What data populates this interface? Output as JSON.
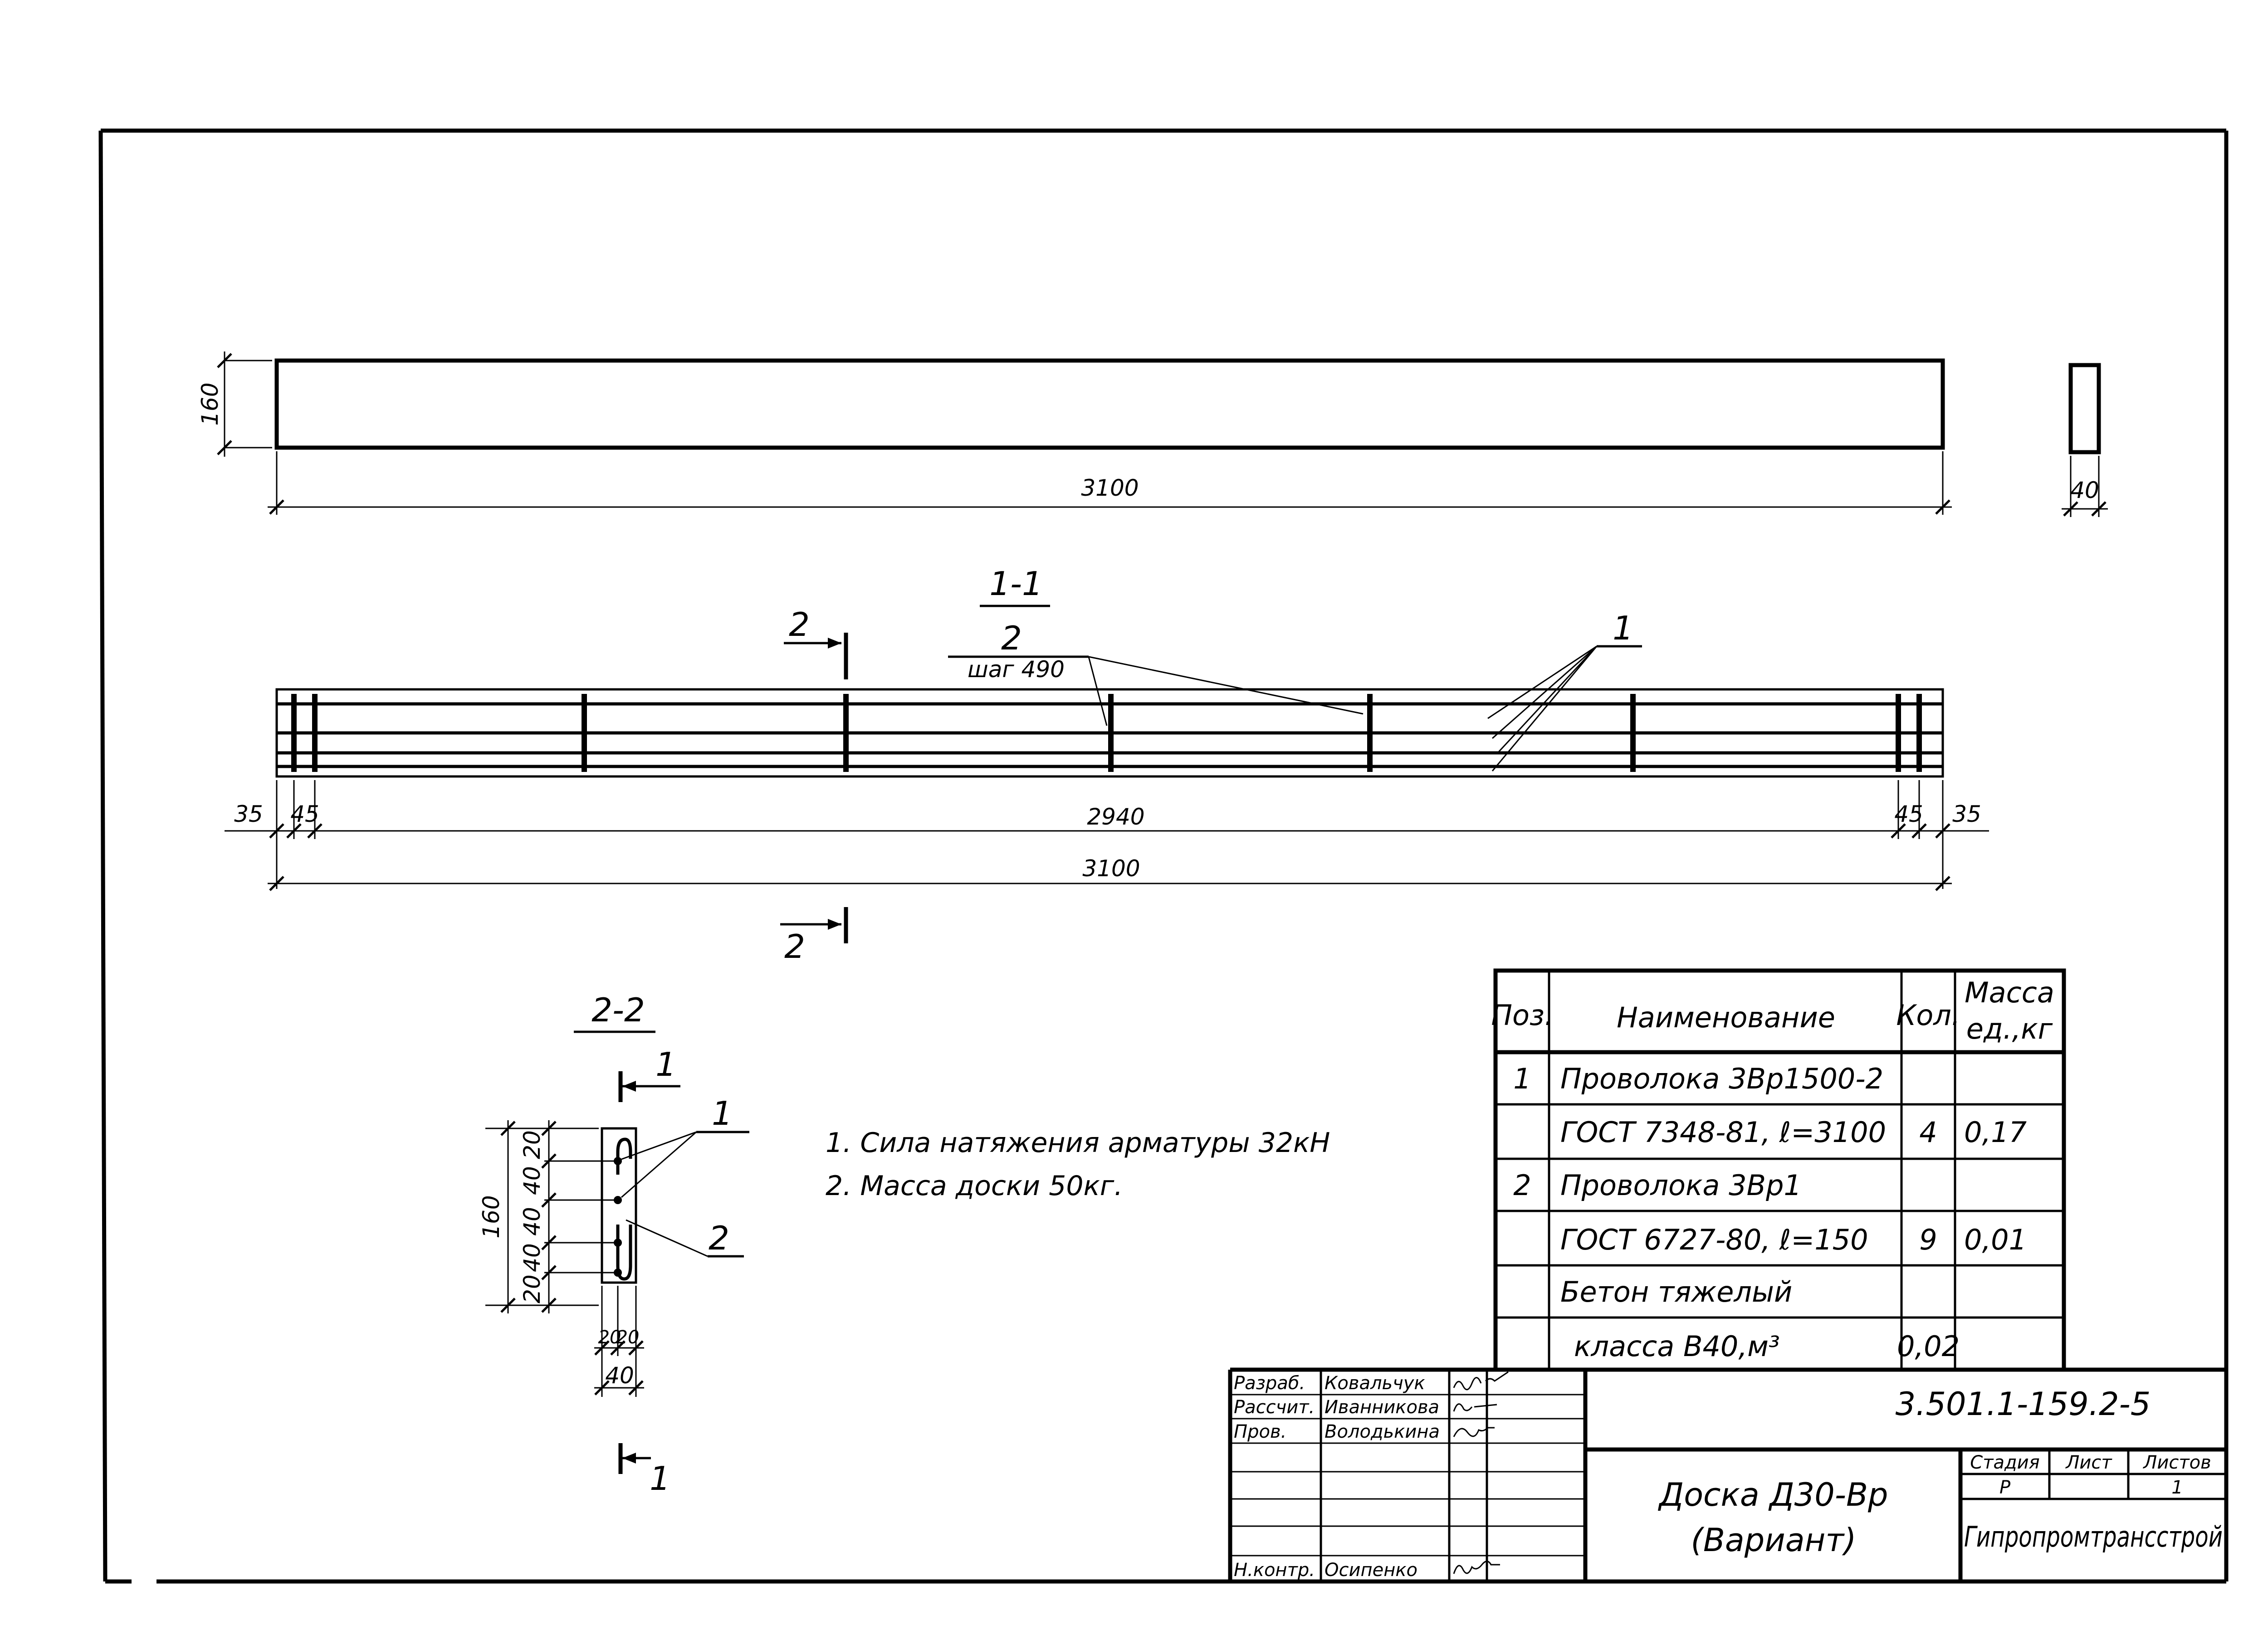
{
  "plan": {
    "dim_height": "160",
    "dim_length": "3100",
    "dim_width": "40"
  },
  "section_1_1": {
    "label": "1-1",
    "cut_label_top": "2",
    "cut_label_bottom": "2",
    "stirrup_label": "2",
    "stirrup_step": "шаг 490",
    "wire_label": "1",
    "dim_left_35": "35",
    "dim_left_45": "45",
    "dim_mid": "2940",
    "dim_right_45": "45",
    "dim_right_35": "35",
    "dim_total": "3100"
  },
  "section_2_2": {
    "label": "2-2",
    "cut_label_top": "1",
    "cut_label_bottom": "1",
    "wire_label": "1",
    "stirrup_label": "2",
    "dim_height": "160",
    "dim_v": [
      "20",
      "40",
      "40",
      "40",
      "20"
    ],
    "dim_h_a": "20",
    "dim_h_b": "20",
    "dim_width": "40"
  },
  "notes": [
    "1. Сила натяжения арматуры 32кН",
    "2. Масса доски 50кг."
  ],
  "spec_table": {
    "headers": {
      "pos": "Поз.",
      "name": "Наименование",
      "qty": "Кол.",
      "mass_1": "Масса",
      "mass_2": "ед.,кг"
    },
    "rows": [
      {
        "pos": "1",
        "name": "Проволока 3Вр1500-2",
        "qty": "",
        "mass": ""
      },
      {
        "pos": "",
        "name": "ГОСТ 7348-81, ℓ=3100",
        "qty": "4",
        "mass": "0,17"
      },
      {
        "pos": "2",
        "name": "Проволока 3Вр1",
        "qty": "",
        "mass": ""
      },
      {
        "pos": "",
        "name": "ГОСТ 6727-80, ℓ=150",
        "qty": "9",
        "mass": "0,01"
      },
      {
        "pos": "",
        "name": "Бетон тяжелый",
        "qty": "",
        "mass": ""
      },
      {
        "pos": "",
        "name": "класса В40,м³",
        "qty": "0,02",
        "mass": ""
      }
    ]
  },
  "title_block": {
    "doc_code": "3.501.1-159.2-5",
    "drawing_title_1": "Доска Д30-Вр",
    "drawing_title_2": "(Вариант)",
    "stage_label": "Стадия",
    "sheet_label": "Лист",
    "sheets_label": "Листов",
    "stage_value": "Р",
    "sheet_value": "",
    "sheets_value": "1",
    "organization": "Гипропромтрансстрой",
    "signers": [
      {
        "role": "Разраб.",
        "name": "Ковальчук"
      },
      {
        "role": "Рассчит.",
        "name": "Иванникова"
      },
      {
        "role": "Пров.",
        "name": "Володькина"
      },
      {
        "role": "",
        "name": ""
      },
      {
        "role": "",
        "name": ""
      },
      {
        "role": "",
        "name": ""
      },
      {
        "role": "Н.контр.",
        "name": "Осипенко"
      }
    ]
  }
}
